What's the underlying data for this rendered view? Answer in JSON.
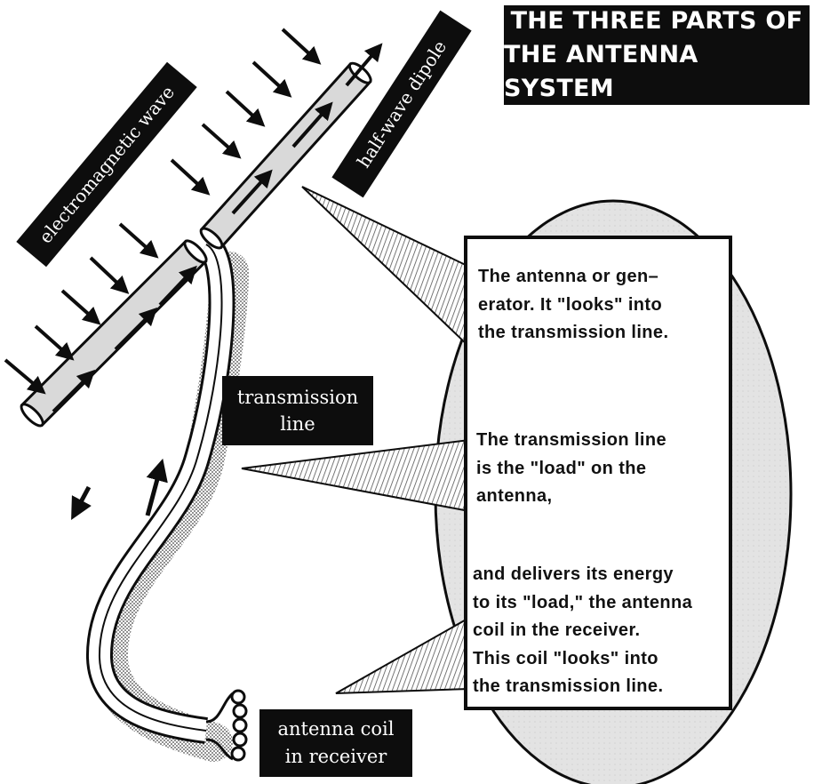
{
  "title": {
    "line1": "THE THREE PARTS OF",
    "line2": "THE ANTENNA SYSTEM"
  },
  "labels": {
    "electromagnetic_wave": "electromagnetic wave",
    "half_wave_dipole": "half-wave dipole",
    "transmission_line_1": "transmission",
    "transmission_line_2": "line",
    "antenna_coil_1": "antenna coil",
    "antenna_coil_2": "in receiver"
  },
  "callouts": {
    "antenna_text": "The antenna or gen–\nerator.  It \"looks\" into\nthe transmission line.",
    "line_text": "The transmission line\nis the \"load\" on the\nantenna,",
    "coil_text": "and delivers its energy\nto its \"load,\" the antenna\ncoil in the receiver.\nThis coil \"looks\" into\nthe transmission line."
  },
  "colors": {
    "ink": "#0d0d0d",
    "tube_fill": "#d9d9d9",
    "oval_fill": "#e2e2e2",
    "shadow": "#8a8a8a"
  }
}
